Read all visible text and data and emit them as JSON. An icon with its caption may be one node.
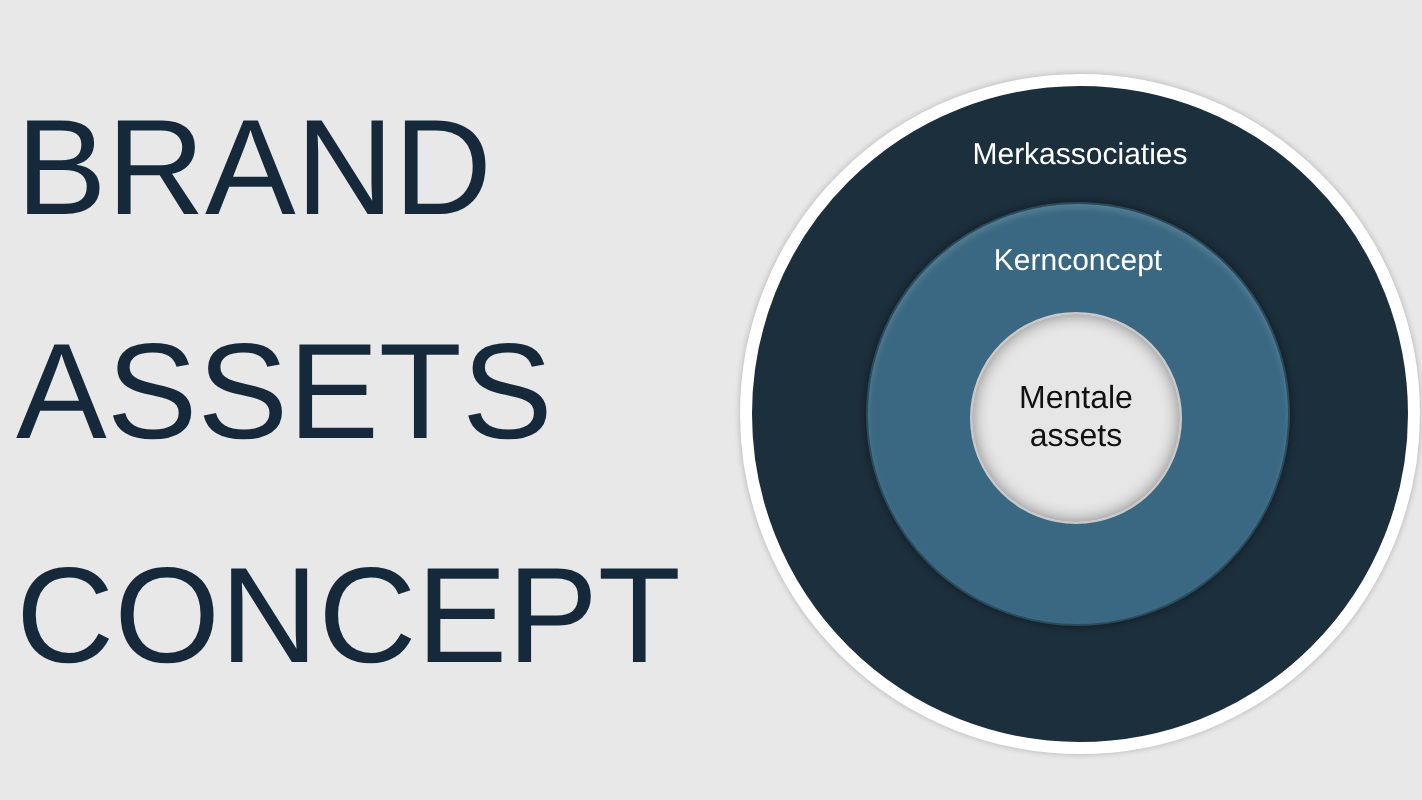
{
  "diagram": {
    "title": "BRAND ASSETS CONCEPT",
    "nodes": [
      {
        "text": [
          "Merkassociaties"
        ]
      },
      {
        "text": [
          "Kernconcept"
        ],
        "in": 0
      },
      {
        "text": [
          "Mentale assets"
        ],
        "in": 1
      }
    ]
  }
}
